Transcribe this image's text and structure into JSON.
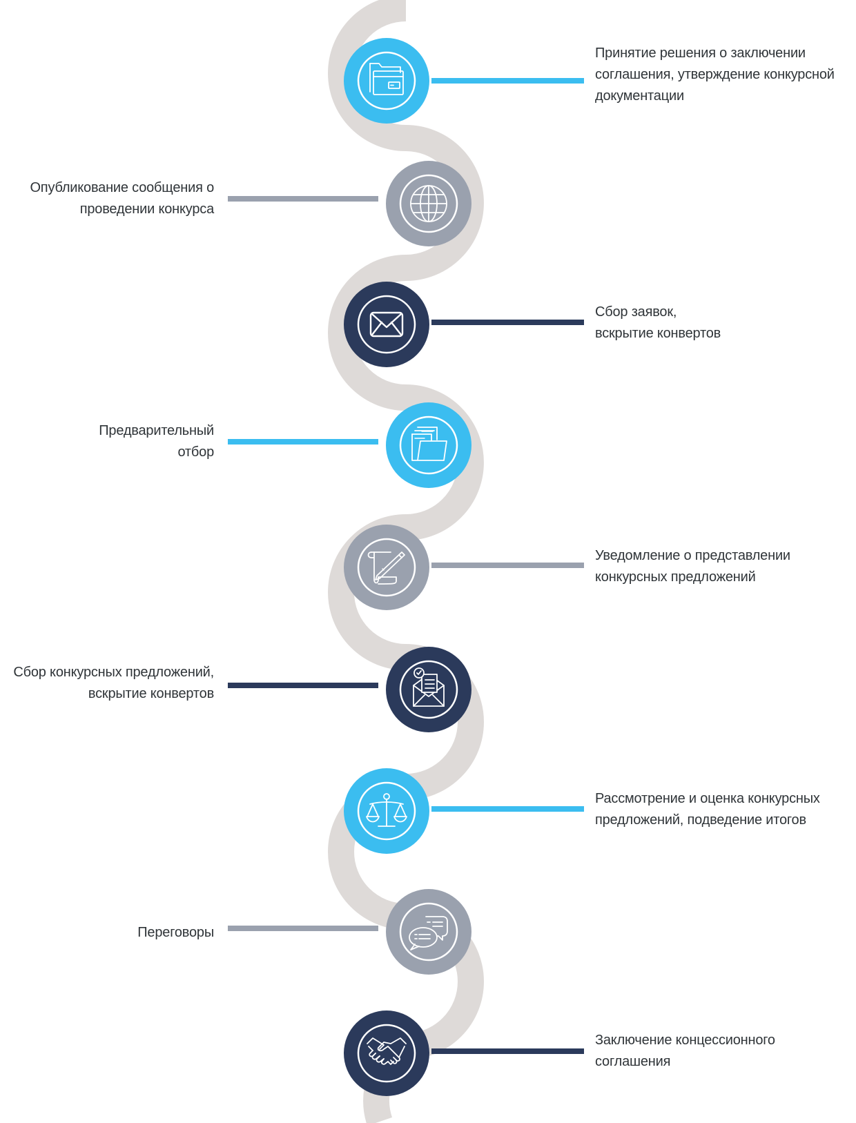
{
  "colors": {
    "path": "#dedad8",
    "light_blue": "#3bbdf0",
    "gray": "#9aa1ae",
    "navy": "#2b3a5b",
    "icon_white": "#ffffff",
    "text": "#2f3438"
  },
  "steps": [
    {
      "lines": [
        "Принятие решения о заключении",
        "соглашения, утверждение конкурсной",
        "документации"
      ],
      "color": "light_blue",
      "icon": "folder-card-icon"
    },
    {
      "lines": [
        "Опубликование сообщения о",
        "проведении конкурса"
      ],
      "color": "gray",
      "icon": "globe-icon"
    },
    {
      "lines": [
        "Сбор заявок,",
        "вскрытие конвертов"
      ],
      "color": "navy",
      "icon": "envelope-icon"
    },
    {
      "lines": [
        "Предварительный",
        "отбор"
      ],
      "color": "light_blue",
      "icon": "documents-folder-icon"
    },
    {
      "lines": [
        "Уведомление о представлении",
        "конкурсных предложений"
      ],
      "color": "gray",
      "icon": "scroll-pen-icon"
    },
    {
      "lines": [
        "Сбор конкурсных предложений,",
        "вскрытие конвертов"
      ],
      "color": "navy",
      "icon": "open-envelope-checklist-icon"
    },
    {
      "lines": [
        "Рассмотрение и оценка конкурсных",
        "предложений, подведение итогов"
      ],
      "color": "light_blue",
      "icon": "scales-icon"
    },
    {
      "lines": [
        "Переговоры"
      ],
      "color": "gray",
      "icon": "chat-bubbles-icon"
    },
    {
      "lines": [
        "Заключение концессионного",
        "соглашения"
      ],
      "color": "navy",
      "icon": "handshake-icon"
    }
  ]
}
